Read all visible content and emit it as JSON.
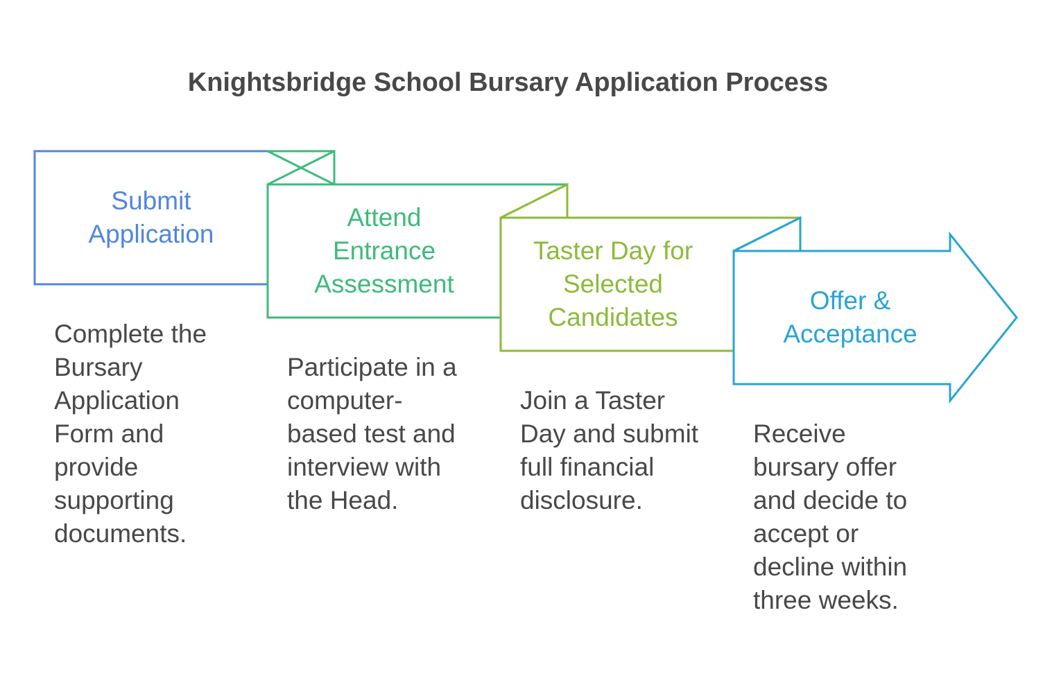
{
  "title": "Knightsbridge School Bursary Application Process",
  "steps": [
    {
      "label_lines": [
        "Submit",
        "Application"
      ],
      "description_lines": [
        "Complete the",
        "Bursary",
        "Application",
        "Form and",
        "provide",
        "supporting",
        "documents."
      ],
      "color": "#4f86e0"
    },
    {
      "label_lines": [
        "Attend",
        "Entrance",
        "Assessment"
      ],
      "description_lines": [
        "Participate in a",
        "computer-",
        "based test and",
        "interview with",
        "the Head."
      ],
      "color": "#3dbb7c"
    },
    {
      "label_lines": [
        "Taster Day for",
        "Selected",
        "Candidates"
      ],
      "description_lines": [
        "Join a Taster",
        "Day and submit",
        "full financial",
        "disclosure."
      ],
      "color": "#8dba3a"
    },
    {
      "label_lines": [
        "Offer &",
        "Acceptance"
      ],
      "description_lines": [
        "Receive",
        "bursary offer",
        "and decide to",
        "accept or",
        "decline within",
        "three weeks."
      ],
      "color": "#28a4d4"
    }
  ]
}
